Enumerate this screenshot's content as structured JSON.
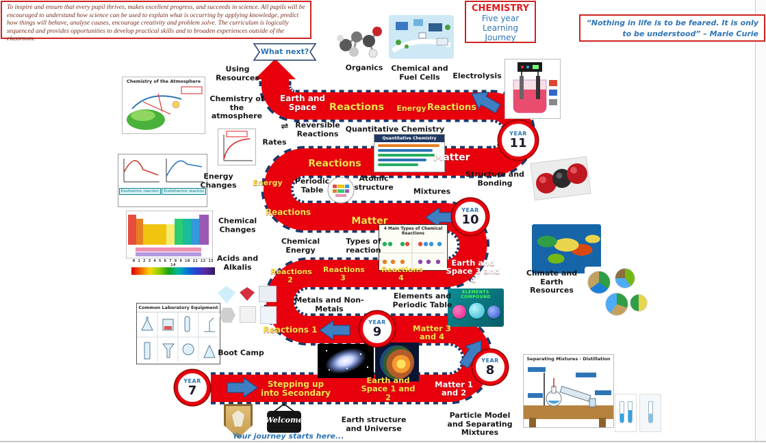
{
  "palette": {
    "road_red": "#e8000d",
    "label_yellow": "#ffe14d",
    "accent_blue": "#2e75b6",
    "navy_border": "#1a3a6b",
    "box_border_red": "#cf2222"
  },
  "mission_box": {
    "text": "To inspire and ensure that every pupil thrives, makes excellent progress, and succeeds in science. All pupils will be encouraged to understand how science can be used to explain what is occurring by applying knowledge, predict how things will behave, analyse causes, encourage creativity and problem solve. The curriculum is logically sequenced and provides opportunities to develop practical skills and to broaden experiences outside of the classroom."
  },
  "title_box": {
    "subject": "CHEMISTRY",
    "line2": "Five year",
    "line3": "Learning",
    "line4": "Journey"
  },
  "quote_box": {
    "text": "“Nothing in life is to be feared. It is only to be understood” – Marie Curie"
  },
  "banner": {
    "text": "What next?"
  },
  "years": {
    "y7": {
      "caption": "YEAR",
      "number": "7"
    },
    "y8": {
      "caption": "YEAR",
      "number": "8"
    },
    "y9": {
      "caption": "YEAR",
      "number": "9"
    },
    "y10": {
      "caption": "YEAR",
      "number": "10"
    },
    "y11": {
      "caption": "YEAR",
      "number": "11"
    }
  },
  "road_labels": {
    "earth_space_y5": "Earth and Space",
    "reactions_y5a": "Reactions",
    "energy_y5": "Energy",
    "reactions_y5b": "Reactions",
    "reactions_y4": "Reactions",
    "matter_y4": "Matter",
    "energy_y3": "Energy",
    "reactions_y3": "Reactions",
    "matter_y3": "Matter",
    "reactions_2": "Reactions 2",
    "reactions_3": "Reactions 3",
    "reactions_4": "Reactions 4",
    "earth_space_34": "Earth and Space 3 and 4",
    "reactions_1": "Reactions 1",
    "matter_34": "Matter 3 and 4",
    "stepping_up": "Stepping up into Secondary",
    "earth_space_12": "Earth and Space 1 and 2",
    "matter_12": "Matter 1 and 2"
  },
  "topics": {
    "using_resources": "Using Resources",
    "organics": "Organics",
    "chemical_fuel_cells": "Chemical and Fuel Cells",
    "electrolysis": "Electrolysis",
    "chemistry_atmosphere": "Chemistry of the atmosphere",
    "reversible_symbol": "⇌",
    "reversible_reactions": "Reversible Reactions",
    "quantitative_chemistry": "Quantitative Chemistry",
    "rates": "Rates",
    "energy_changes": "Energy Changes",
    "periodic_table": "Periodic Table",
    "atomic_structure": "Atomic structure",
    "mixtures": "Mixtures",
    "structure_bonding": "Structure and Bonding",
    "chemical_changes": "Chemical Changes",
    "chemical_energy": "Chemical Energy",
    "types_of_reaction": "Types of reaction",
    "acids_alkalis": "Acids and Alkalis",
    "climate_earth_resources": "Climate and Earth Resources",
    "metals_nonmetals": "Metals and Non-Metals",
    "elements_periodic_table": "Elements and Periodic Table",
    "boot_camp": "Boot Camp",
    "earth_structure_universe": "Earth structure and Universe",
    "particle_model_mixtures": "Particle Model and Separating Mixtures",
    "journey_starts": "Your journey starts here..."
  },
  "images": {
    "atmosphere_title": "Chemistry of the Atmosphere",
    "exothermic_label": "Exothermic reaction",
    "endothermic_label": "Endothermic reaction",
    "quantitative_title": "Quantitative Chemistry",
    "ph_scale_numbers": "0 1 2 3 4 5 6 7 8 9 10 11 12 13 14",
    "reaction_types_title": "4 Main Types of Chemical Reactions",
    "elements_compound_title": "ELEMENTS COMPOUND",
    "lab_equipment_title": "Common Laboratory Equipment",
    "distillation_title": "Separating Mixtures - Distillation",
    "welcome_sign": "Welcome"
  }
}
